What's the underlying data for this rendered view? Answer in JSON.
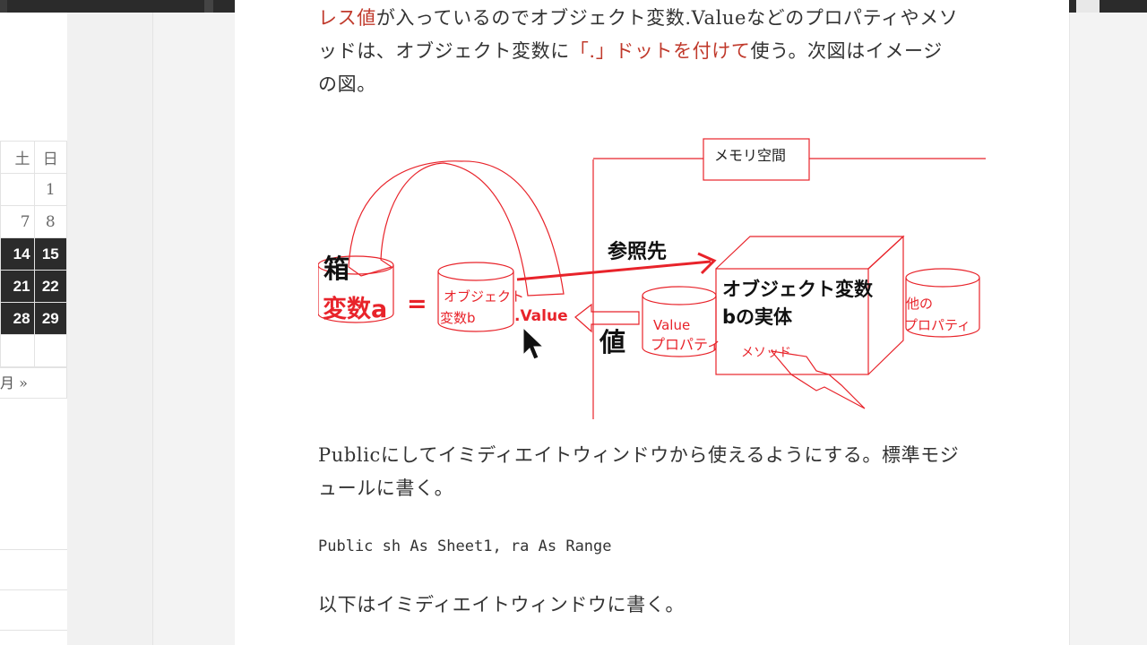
{
  "calendar": {
    "header": [
      "土",
      "日"
    ],
    "rows": [
      [
        "",
        "1"
      ],
      [
        "7",
        "8"
      ],
      [
        "14",
        "15"
      ],
      [
        "21",
        "22"
      ],
      [
        "28",
        "29"
      ]
    ],
    "next_link": "月 »"
  },
  "article": {
    "para1_line1_red": "レス値",
    "para1_line1_rest": "が入っているのでオブジェクト変数.Valueなどのプロパティやメソ",
    "para1_line2_start": "ッドは、オブジェクト変数に",
    "para1_line2_red": "「.」ドットを付けて",
    "para1_line2_end": "使う。次図はイメージ",
    "para1_line3": "の図。",
    "para2_line1": "Publicにしてイミディエイトウィンドウから使えるようにする。標準モジ",
    "para2_line2": "ュールに書く。",
    "code": "Public sh As Sheet1, ra As Range",
    "para3": "以下はイミディエイトウィンドウに書く。"
  },
  "diagram": {
    "memory_label": "メモリ空間",
    "box_label": "箱",
    "variable_a": "変数a",
    "equals": "=",
    "object_var_line1": "オブジェクト",
    "object_var_line2": "変数b",
    "dot_value": ".Value",
    "reference_label": "参照先",
    "value_label": "値",
    "value_prop_line1": "Value",
    "value_prop_line2": "プロパティ",
    "entity_line1": "オブジェクト変数",
    "entity_line2": "bの実体",
    "method_label": "メソッド",
    "other_prop_line1": "他の",
    "other_prop_line2": "プロパティ"
  },
  "colors": {
    "accent_red": "#e8232a",
    "dark": "#2b2b2b"
  }
}
